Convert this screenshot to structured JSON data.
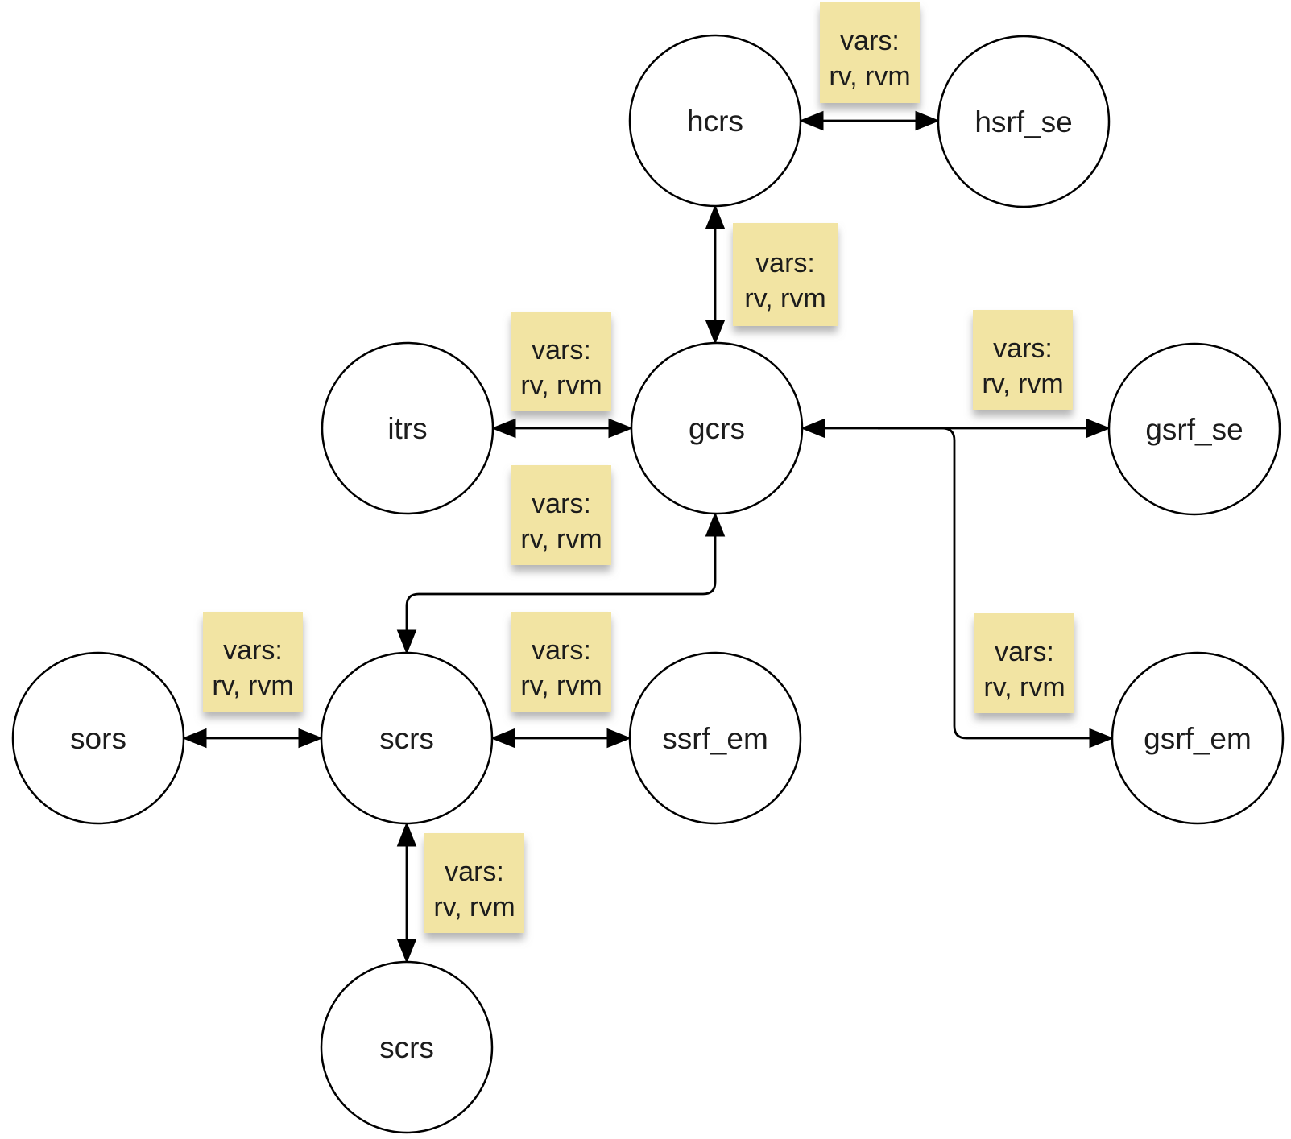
{
  "diagram": {
    "colors": {
      "background": "#ffffff",
      "node_fill": "#ffffff",
      "node_stroke": "#000000",
      "edge_line": "#000000",
      "note_fill": "#f2e4a3",
      "text": "#1c1c1c"
    },
    "nodes": [
      {
        "id": "hcrs",
        "label": "hcrs"
      },
      {
        "id": "hsrf_se",
        "label": "hsrf_se"
      },
      {
        "id": "itrs",
        "label": "itrs"
      },
      {
        "id": "gcrs",
        "label": "gcrs"
      },
      {
        "id": "gsrf_se",
        "label": "gsrf_se"
      },
      {
        "id": "sors",
        "label": "sors"
      },
      {
        "id": "scrs",
        "label": "scrs"
      },
      {
        "id": "ssrf_em",
        "label": "ssrf_em"
      },
      {
        "id": "gsrf_em",
        "label": "gsrf_em"
      },
      {
        "id": "scrs_2",
        "label": "scrs"
      }
    ],
    "edges": [
      {
        "from": "hcrs",
        "to": "hsrf_se",
        "bidirectional": true,
        "label": {
          "line1": "vars:",
          "line2": "rv, rvm"
        }
      },
      {
        "from": "hcrs",
        "to": "gcrs",
        "bidirectional": true,
        "label": {
          "line1": "vars:",
          "line2": "rv, rvm"
        }
      },
      {
        "from": "itrs",
        "to": "gcrs",
        "bidirectional": true,
        "label": {
          "line1": "vars:",
          "line2": "rv, rvm"
        }
      },
      {
        "from": "gcrs",
        "to": "gsrf_se",
        "bidirectional": true,
        "label": {
          "line1": "vars:",
          "line2": "rv, rvm"
        }
      },
      {
        "from": "gcrs",
        "to": "gsrf_em",
        "bidirectional": false,
        "label": {
          "line1": "vars:",
          "line2": "rv, rvm"
        }
      },
      {
        "from": "scrs",
        "to": "gcrs",
        "bidirectional": true,
        "label": {
          "line1": "vars:",
          "line2": "rv, rvm"
        }
      },
      {
        "from": "sors",
        "to": "scrs",
        "bidirectional": true,
        "label": {
          "line1": "vars:",
          "line2": "rv, rvm"
        }
      },
      {
        "from": "scrs",
        "to": "ssrf_em",
        "bidirectional": true,
        "label": {
          "line1": "vars:",
          "line2": "rv, rvm"
        }
      },
      {
        "from": "scrs",
        "to": "scrs_2",
        "bidirectional": true,
        "label": {
          "line1": "vars:",
          "line2": "rv, rvm"
        }
      }
    ]
  }
}
